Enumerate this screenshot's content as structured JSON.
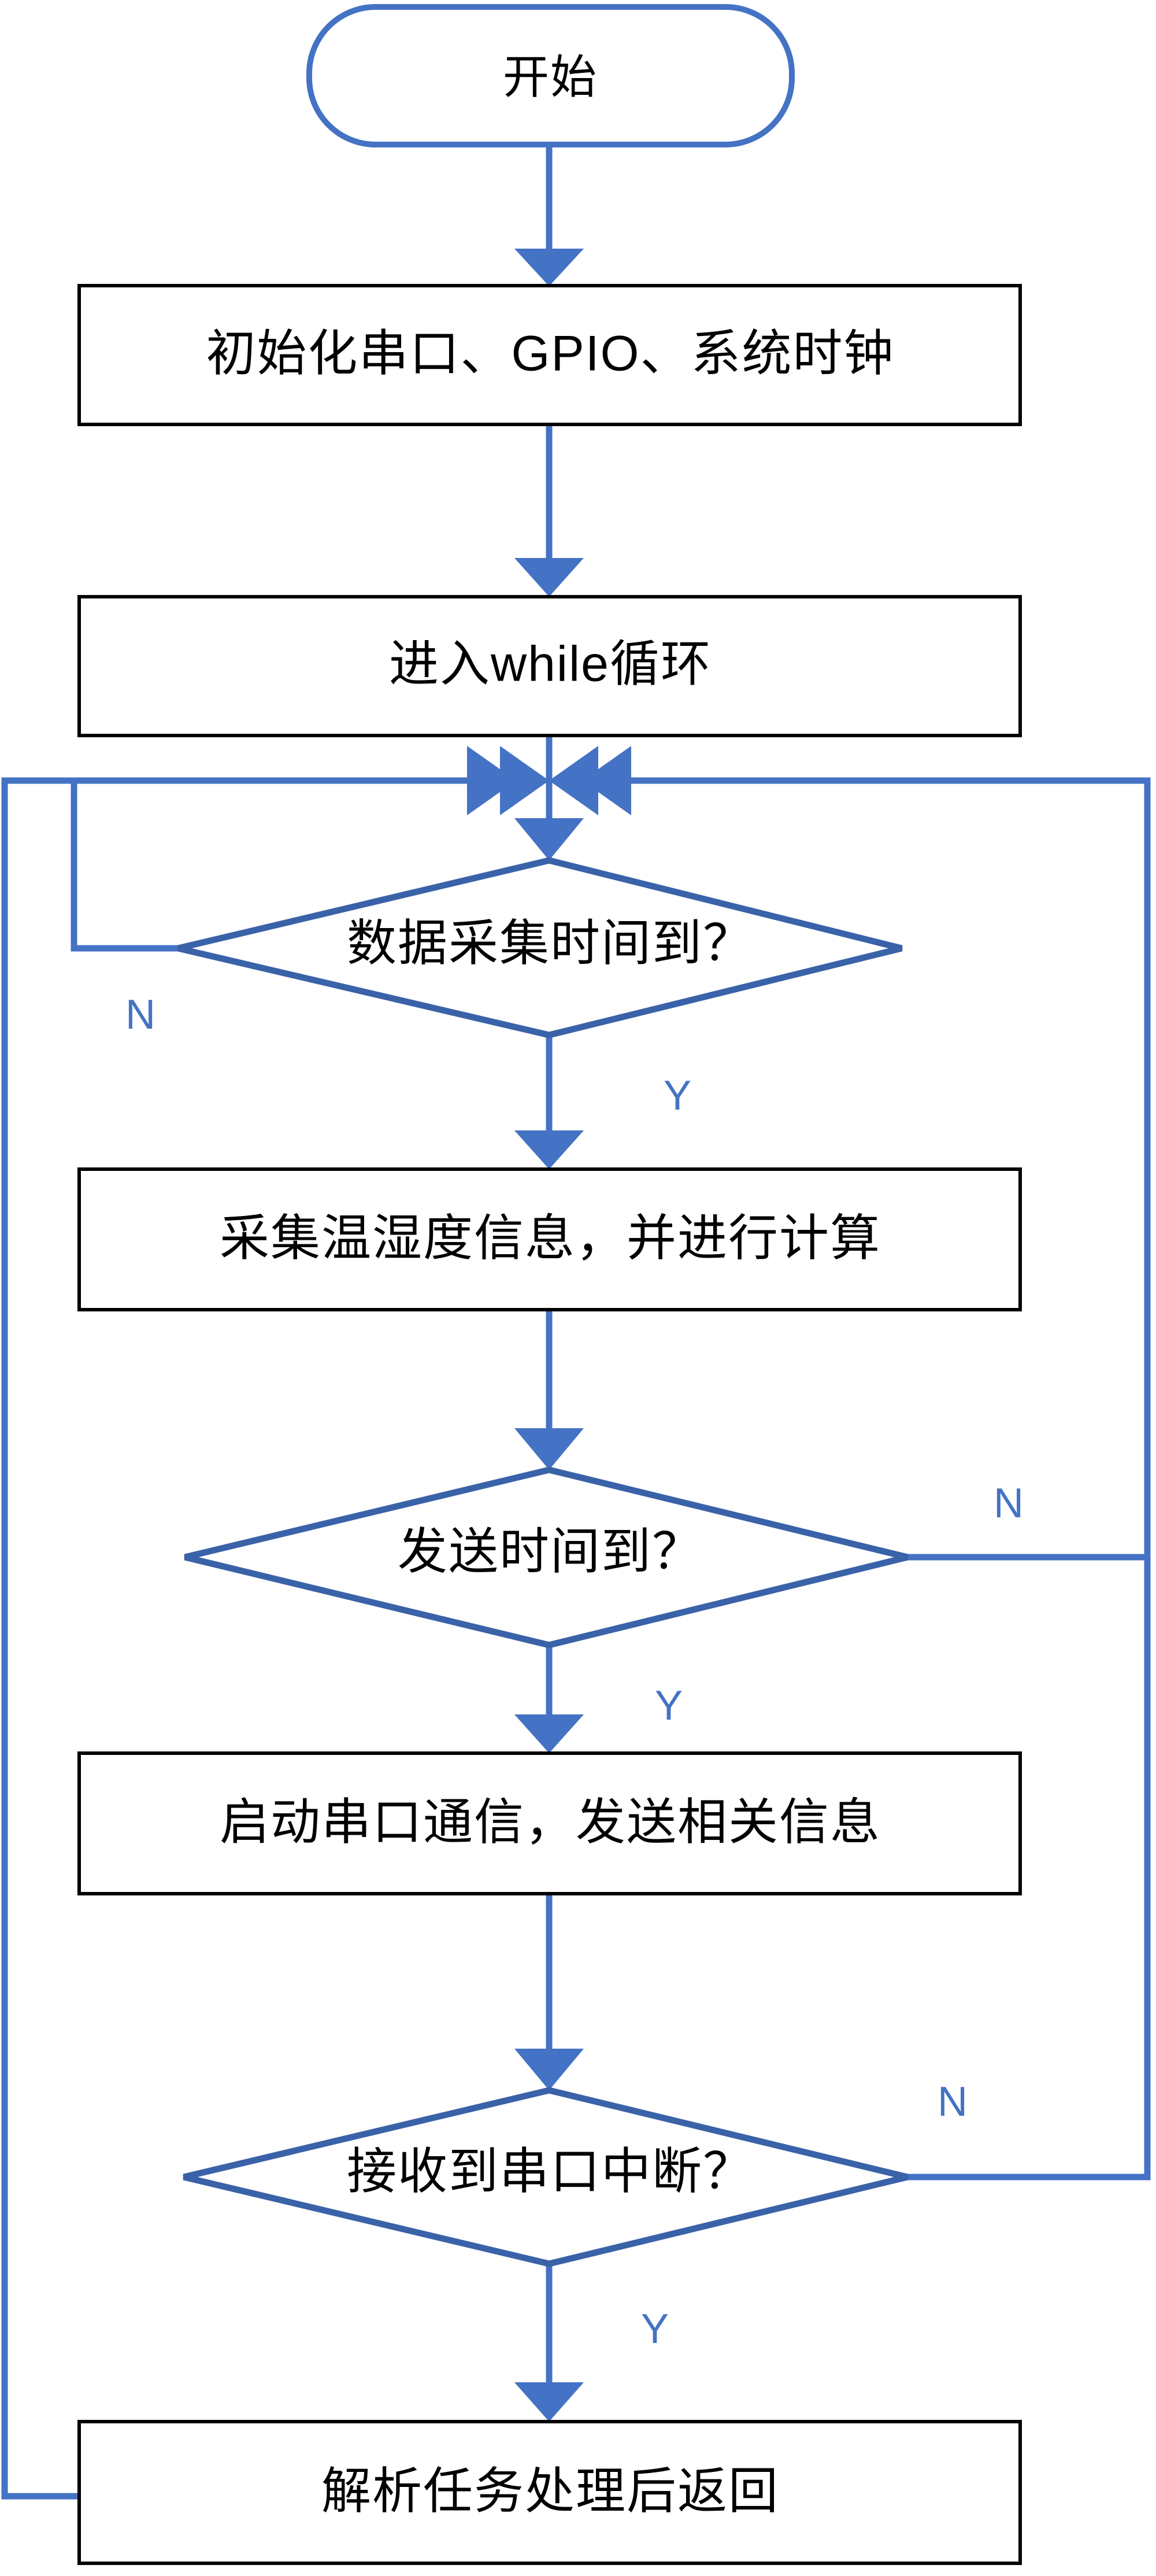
{
  "diagram": {
    "type": "flowchart",
    "title": "",
    "orientation": "top-to-bottom",
    "language": "zh-CN",
    "colors": {
      "connector": "#4472C4",
      "decision_border": "#3A62A8",
      "terminator_border": "#4472C4",
      "process_border": "#000000",
      "text": "#000000",
      "background": "#FFFFFF"
    }
  },
  "nodes": {
    "start": {
      "label": "开始",
      "shape": "terminator"
    },
    "init": {
      "label": "初始化串口、GPIO、系统时钟",
      "shape": "process"
    },
    "while_loop": {
      "label": "进入while循环",
      "shape": "process"
    },
    "decision_collect": {
      "label": "数据采集时间到？",
      "shape": "decision"
    },
    "collect": {
      "label": "采集温湿度信息，并进行计算",
      "shape": "process"
    },
    "decision_send": {
      "label": "发送时间到？",
      "shape": "decision"
    },
    "send": {
      "label": "启动串口通信，发送相关信息",
      "shape": "process"
    },
    "decision_interrupt": {
      "label": "接收到串口中断？",
      "shape": "decision"
    },
    "parse": {
      "label": "解析任务处理后返回",
      "shape": "process"
    }
  },
  "branch_labels": {
    "collect_no": "N",
    "collect_yes": "Y",
    "send_no": "N",
    "send_yes": "Y",
    "interrupt_no": "N",
    "interrupt_yes": "Y"
  },
  "edges": [
    {
      "from": "start",
      "to": "init",
      "label": ""
    },
    {
      "from": "init",
      "to": "while_loop",
      "label": ""
    },
    {
      "from": "while_loop",
      "to": "decision_collect",
      "label": ""
    },
    {
      "from": "decision_collect",
      "to": "decision_collect",
      "label": "N"
    },
    {
      "from": "decision_collect",
      "to": "collect",
      "label": "Y"
    },
    {
      "from": "collect",
      "to": "decision_send",
      "label": ""
    },
    {
      "from": "decision_send",
      "to": "decision_collect",
      "label": "N"
    },
    {
      "from": "decision_send",
      "to": "send",
      "label": "Y"
    },
    {
      "from": "send",
      "to": "decision_interrupt",
      "label": ""
    },
    {
      "from": "decision_interrupt",
      "to": "decision_collect",
      "label": "N"
    },
    {
      "from": "decision_interrupt",
      "to": "parse",
      "label": "Y"
    },
    {
      "from": "parse",
      "to": "decision_collect",
      "label": ""
    }
  ]
}
